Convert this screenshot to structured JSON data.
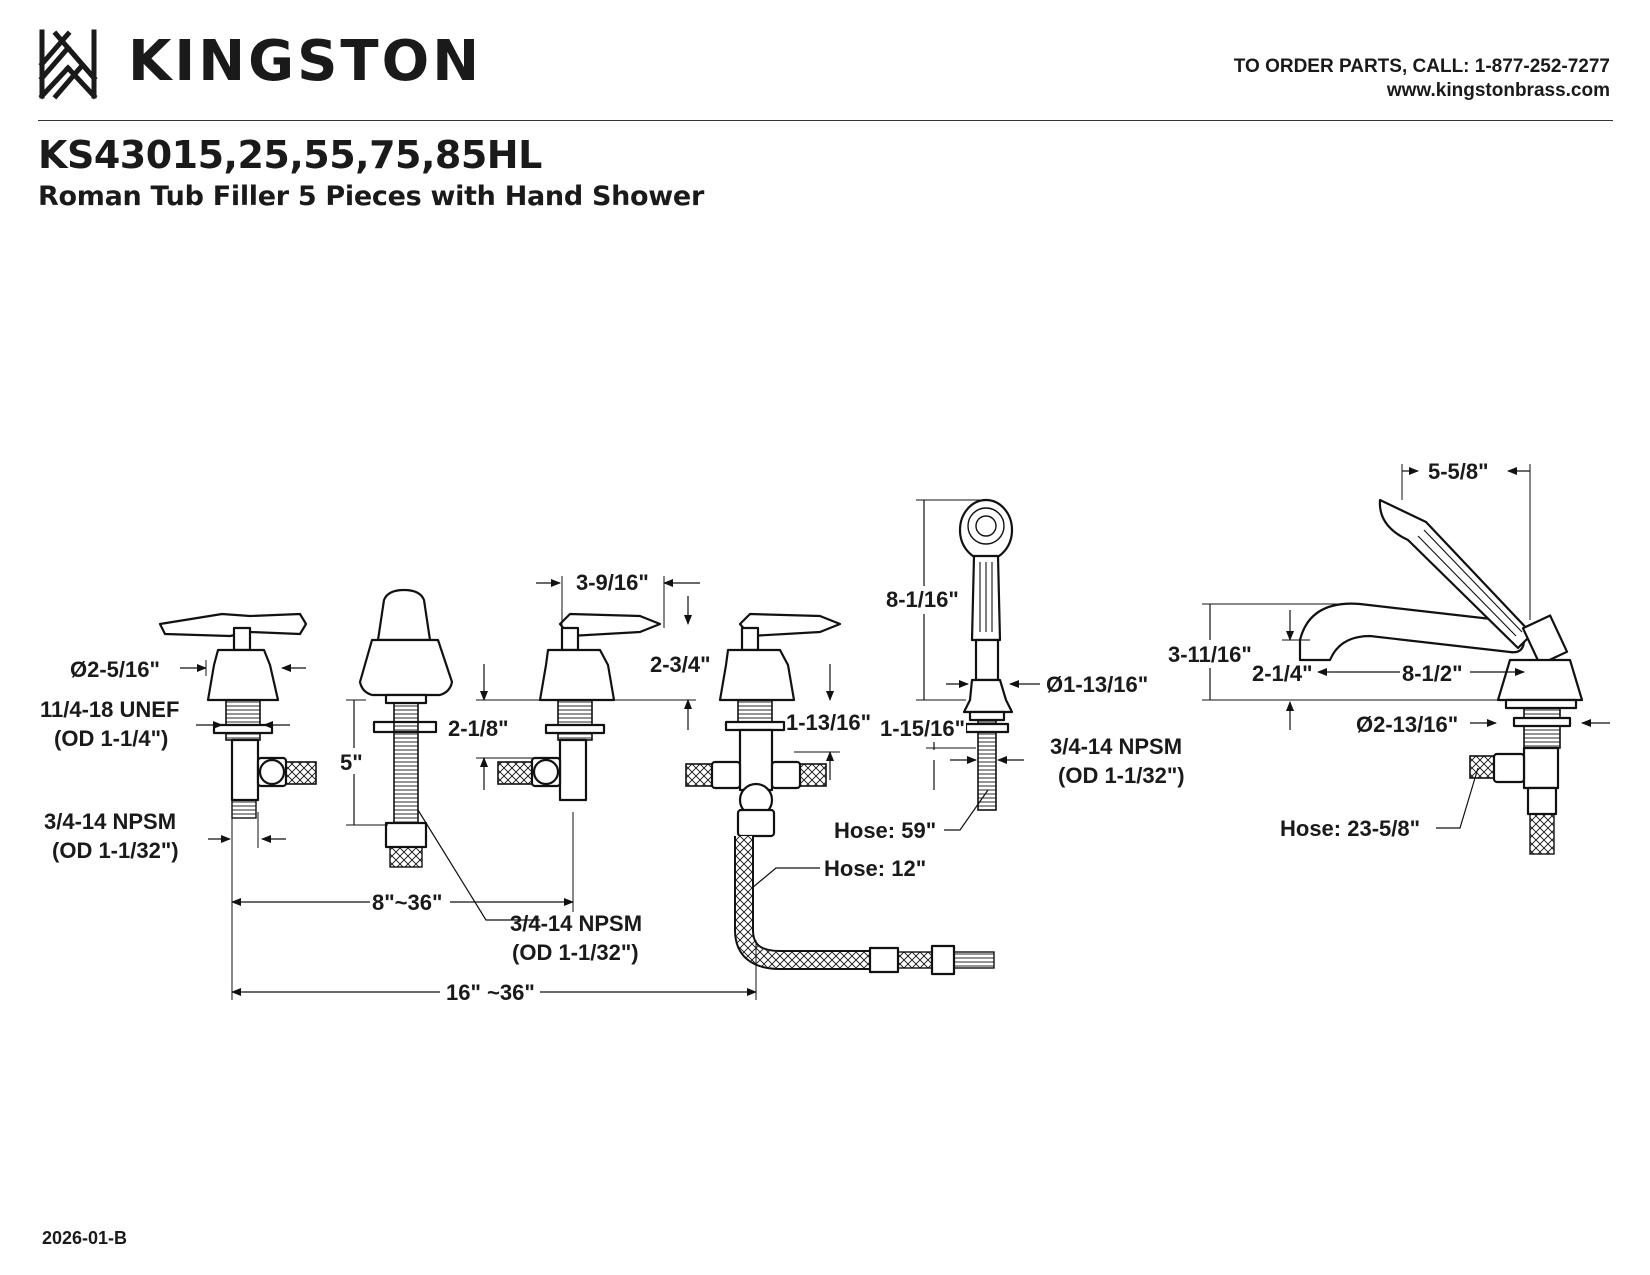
{
  "header": {
    "brand": "KINGSTON",
    "order_line": "TO ORDER PARTS, CALL: 1-877-252-7277",
    "website": "www.kingstonbrass.com",
    "model": "KS43015,25,55,75,85HL",
    "subtitle": "Roman Tub Filler 5 Pieces with Hand Shower"
  },
  "icons": {
    "logo": "kingston-monogram-icon"
  },
  "dimensions": {
    "handle_diameter": "Ø2-5/16\"",
    "handle_thread_1": "11/4-18 UNEF",
    "handle_thread_2": "(OD 1-1/4\")",
    "handle_inlet_1": "3/4-14 NPSM",
    "handle_inlet_2": "(OD 1-1/32\")",
    "spout_height": "5\"",
    "spread_handles": "8\"~36\"",
    "spout_inlet_1": "3/4-14 NPSM",
    "spout_inlet_2": "(OD 1-1/32\")",
    "spread_total": "16\" ~36\"",
    "lever_reach": "3-9/16\"",
    "lever_height": "2-3/4\"",
    "handle_height": "2-1/8\"",
    "diverter_height": "1-13/16\"",
    "hose_diverter": "Hose: 12\"",
    "shower_length": "8-1/16\"",
    "holder_diameter": "Ø1-13/16\"",
    "holder_height": "1-15/16\"",
    "holder_inlet_1": "3/4-14 NPSM",
    "holder_inlet_2": "(OD 1-1/32\")",
    "hose_shower": "Hose: 59\"",
    "side_handshower": "5-5/8\"",
    "side_height": "3-11/16\"",
    "side_spout_height": "2-1/4\"",
    "side_reach": "8-1/2\"",
    "side_base": "Ø2-13/16\"",
    "hose_side": "Hose: 23-5/8\""
  },
  "footer": {
    "code": "2026-01-B"
  }
}
